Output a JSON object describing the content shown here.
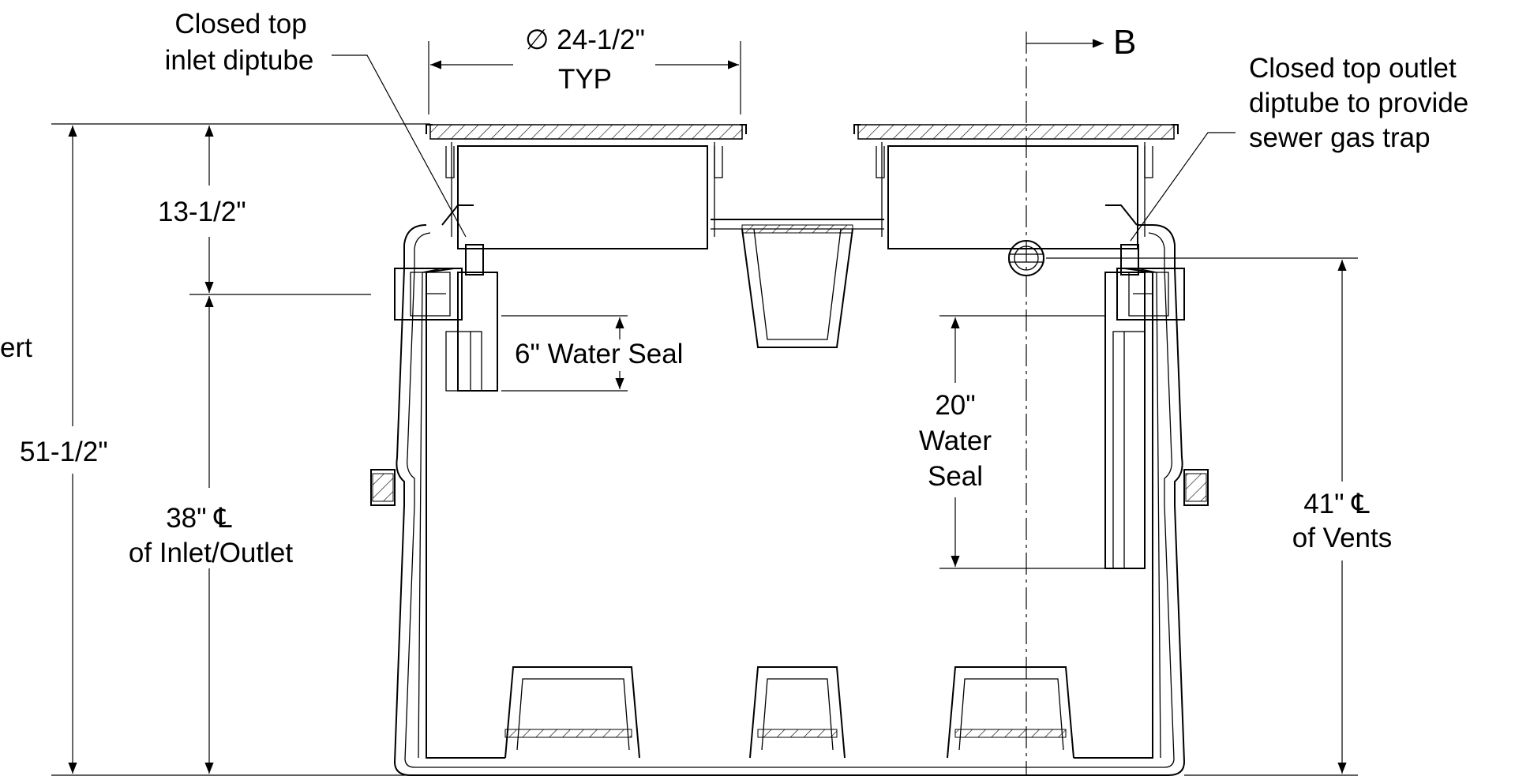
{
  "labels": {
    "inlet_diptube": [
      "Closed top",
      "inlet diptube"
    ],
    "diameter": [
      "∅ 24-1/2\"",
      "TYP"
    ],
    "section_marker": "B",
    "outlet_diptube": [
      "Closed top outlet",
      "diptube to provide",
      "sewer gas trap"
    ],
    "dim_13": "13-1/2\"",
    "cut_text": "ert",
    "dim_51": "51-1/2\"",
    "dim_38": [
      "38\" ℄",
      "of Inlet/Outlet"
    ],
    "water_seal_6": "6\" Water Seal",
    "water_seal_20": [
      "20\"",
      "Water",
      "Seal"
    ],
    "dim_41": [
      "41\" ℄",
      "of Vents"
    ]
  }
}
